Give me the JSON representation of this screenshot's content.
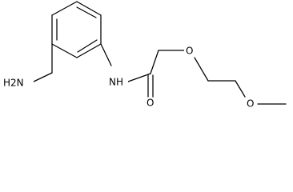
{
  "molecule": {
    "atom_labels": {
      "amine": "H2N",
      "amide_nh": "NH",
      "carbonyl_o": "O",
      "ether_o1": "O",
      "ether_o2": "O"
    },
    "colors": {
      "bonds": "#000000",
      "labels": "#000000",
      "background": "#ffffff"
    }
  }
}
